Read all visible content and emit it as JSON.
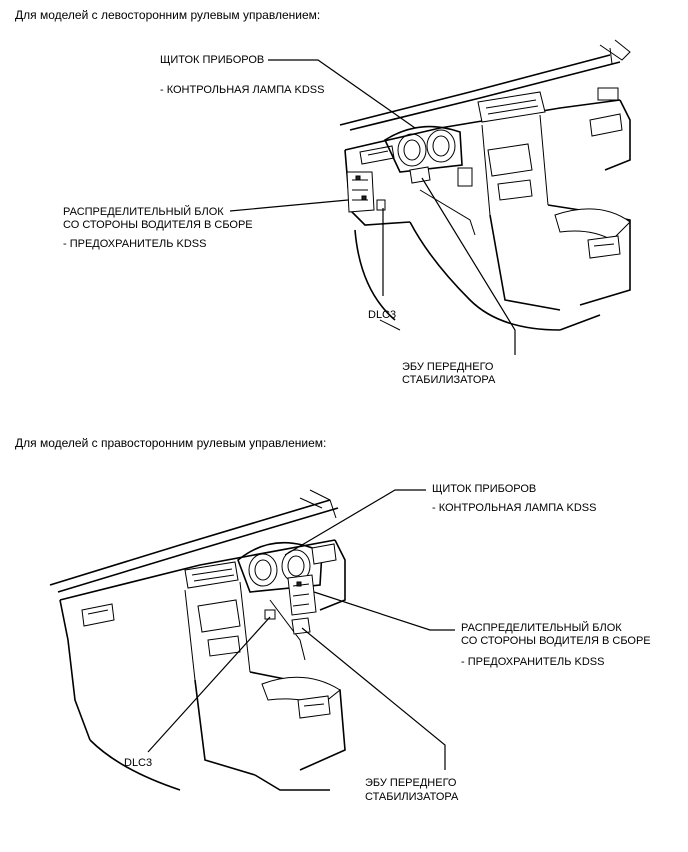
{
  "lhd": {
    "heading": "Для моделей с левосторонним рулевым управлением:",
    "instrument_panel": "ЩИТОК ПРИБОРОВ",
    "kdss_lamp": "- КОНТРОЛЬНАЯ ЛАМПА KDSS",
    "junction_block_line1": "РАСПРЕДЕЛИТЕЛЬНЫЙ БЛОК",
    "junction_block_line2": "СО СТОРОНЫ ВОДИТЕЛЯ В СБОРЕ",
    "kdss_fuse": "- ПРЕДОХРАНИТЕЛЬ KDSS",
    "dlc3": "DLC3",
    "ecu_line1": "ЭБУ ПЕРЕДНЕГО",
    "ecu_line2": "СТАБИЛИЗАТОРА"
  },
  "rhd": {
    "heading": "Для моделей с правосторонним рулевым управлением:",
    "instrument_panel": "ЩИТОК ПРИБОРОВ",
    "kdss_lamp": "- КОНТРОЛЬНАЯ ЛАМПА KDSS",
    "junction_block_line1": "РАСПРЕДЕЛИТЕЛЬНЫЙ БЛОК",
    "junction_block_line2": "СО СТОРОНЫ ВОДИТЕЛЯ В СБОРЕ",
    "kdss_fuse": "- ПРЕДОХРАНИТЕЛЬ KDSS",
    "dlc3": "DLC3",
    "ecu_line1": "ЭБУ ПЕРЕДНЕГО",
    "ecu_line2": "СТАБИЛИЗАТОРА"
  }
}
